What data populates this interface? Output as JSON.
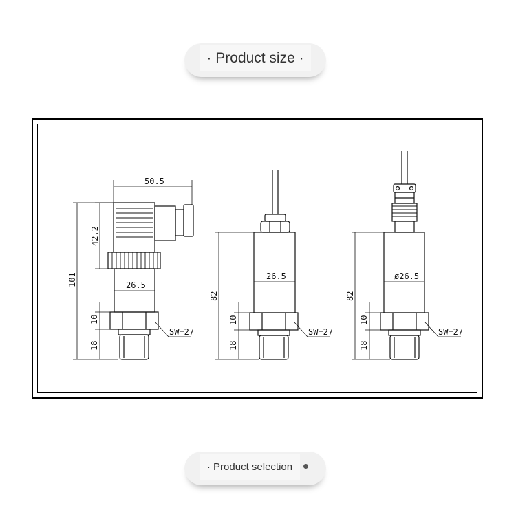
{
  "headers": {
    "product_size": "· Product size ·",
    "product_selection": "· Product selection"
  },
  "drawing": {
    "view1": {
      "width_top": "50.5",
      "height_head": "42.2",
      "height_total": "101",
      "diameter": "26.5",
      "hex_height": "10",
      "thread_height": "18",
      "wrench": "SW=27"
    },
    "view2": {
      "height_body": "82",
      "diameter": "26.5",
      "hex_height": "10",
      "thread_height": "18",
      "wrench": "SW=27"
    },
    "view3": {
      "height_body": "82",
      "diameter": "ø26.5",
      "hex_height": "10",
      "thread_height": "18",
      "wrench": "SW=27"
    }
  }
}
